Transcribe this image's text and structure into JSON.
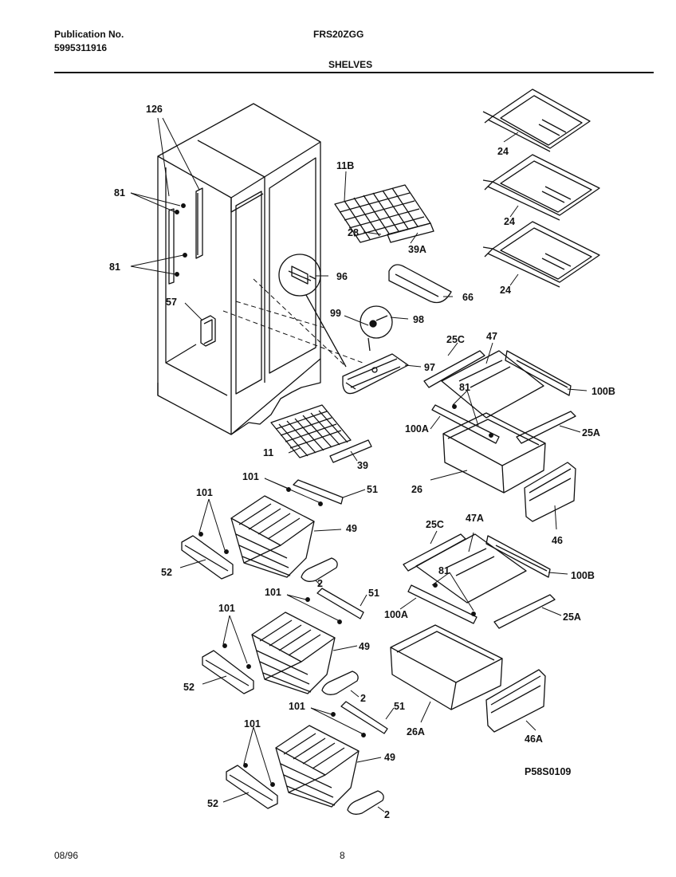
{
  "header": {
    "publication_label": "Publication No.",
    "publication_number": "5995311916",
    "model": "FRS20ZGG",
    "section_title": "SHELVES"
  },
  "footer": {
    "date": "08/96",
    "page_number": "8"
  },
  "figure_code": "P58S0109",
  "part_labels": {
    "p126": "126",
    "p81": "81",
    "p57": "57",
    "p11b": "11B",
    "p28": "28",
    "p39a": "39A",
    "p66": "66",
    "p96": "96",
    "p99": "99",
    "p98": "98",
    "p97": "97",
    "p24": "24",
    "p25c": "25C",
    "p47": "47",
    "p47a": "47A",
    "p100b": "100B",
    "p100a": "100A",
    "p25a": "25A",
    "p26": "26",
    "p26a": "26A",
    "p46": "46",
    "p46a": "46A",
    "p11": "11",
    "p39": "39",
    "p101": "101",
    "p51": "51",
    "p49": "49",
    "p52": "52",
    "p2": "2"
  }
}
